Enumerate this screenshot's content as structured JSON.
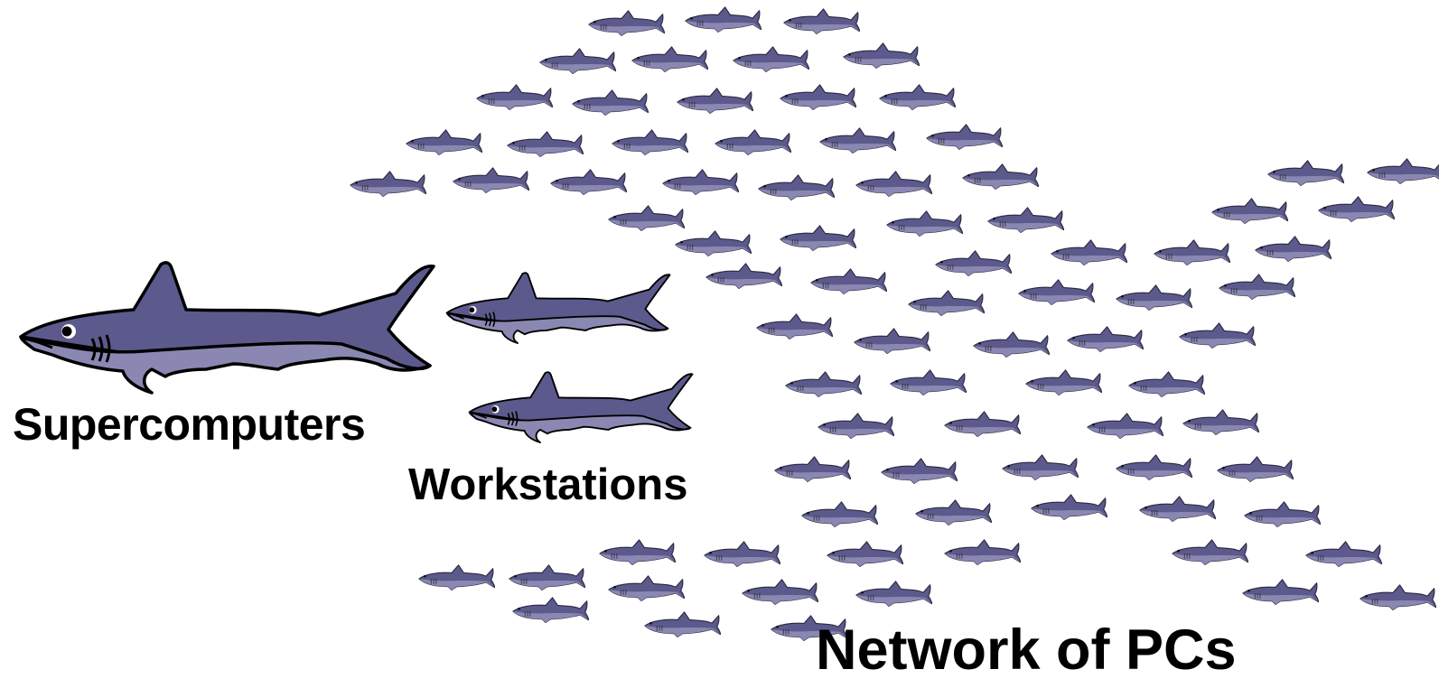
{
  "labels": {
    "supercomputers": "Supercomputers",
    "workstations": "Workstations",
    "network": "Network of PCs"
  },
  "colors": {
    "shark_top": "#5c5a8c",
    "shark_belly": "#8a88b2",
    "outline": "#000000",
    "background": "#ffffff"
  },
  "icons": {
    "large": "shark-icon",
    "medium": "shark-icon",
    "small": "shark-icon"
  },
  "counts": {
    "supercomputers": 1,
    "workstations": 2
  }
}
